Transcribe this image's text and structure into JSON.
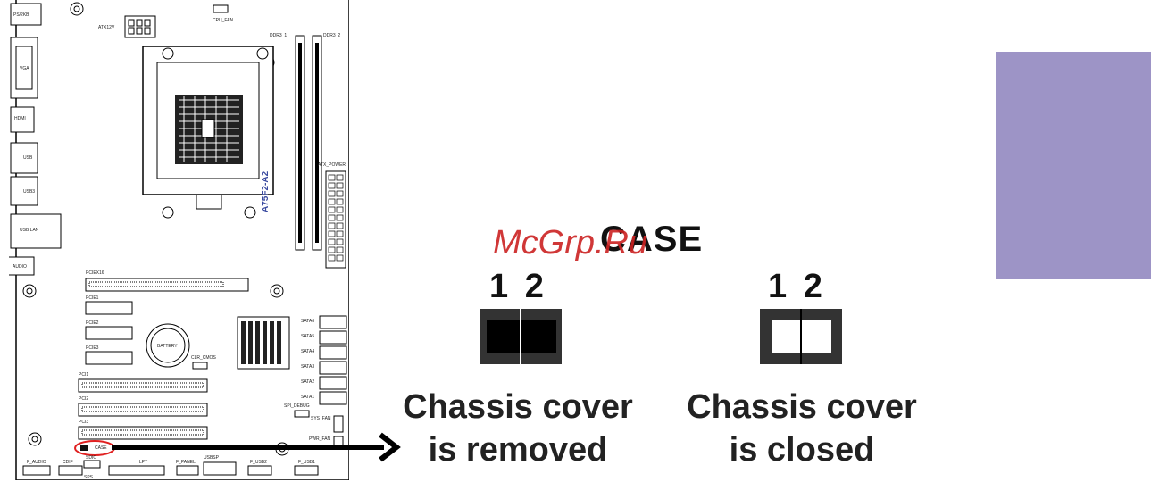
{
  "board": {
    "model": "A75F2-A2",
    "labels": {
      "ps2": "PS/2KB",
      "vga": "VGA",
      "hdmi": "HDMI",
      "usb": "USB",
      "usb3": "USB3",
      "usb_lan": "USB LAN",
      "audio": "AUDIO",
      "atx12v": "ATX12V",
      "cpu_fan": "CPU_FAN",
      "ddr3_1": "DDR3_1",
      "ddr3_2": "DDR3_2",
      "atx_power": "ATX_POWER",
      "pciex16": "PCIEX16",
      "pcie1": "PCIE1",
      "pcie2": "PCIE2",
      "pcie3": "PCIE3",
      "battery": "BATTERY",
      "clr_cmos": "CLR_CMOS",
      "pci1": "PCI1",
      "pci2": "PCI2",
      "pci3": "PCI3",
      "sata6": "SATA6",
      "sata5": "SATA5",
      "sata4": "SATA4",
      "sata3": "SATA3",
      "sata2": "SATA2",
      "sata1": "SATA1",
      "spi_debug": "SPI_DEBUG",
      "sys_fan": "SYS_FAN",
      "pwr_fan": "PWR_FAN",
      "case": "CASE",
      "f_audio": "F_AUDIO",
      "cdif": "CDIF",
      "sdio": "SDIO",
      "sps": "SPS",
      "lpt": "LPT",
      "f_panel": "F_PANEL",
      "usbsp": "USBSP",
      "f_usb2": "F_USB2",
      "f_usb1": "F_USB1"
    }
  },
  "watermark": "McGrp.Ru",
  "header": {
    "title": "CASE"
  },
  "removed": {
    "pins": "1 2",
    "caption_line1": "Chassis cover",
    "caption_line2": "is removed"
  },
  "closed": {
    "pins": "1 2",
    "caption_line1": "Chassis cover",
    "caption_line2": "is closed"
  },
  "colors": {
    "tab": "#9d94c6",
    "highlight": "#e02020",
    "jumper": "#333333"
  }
}
